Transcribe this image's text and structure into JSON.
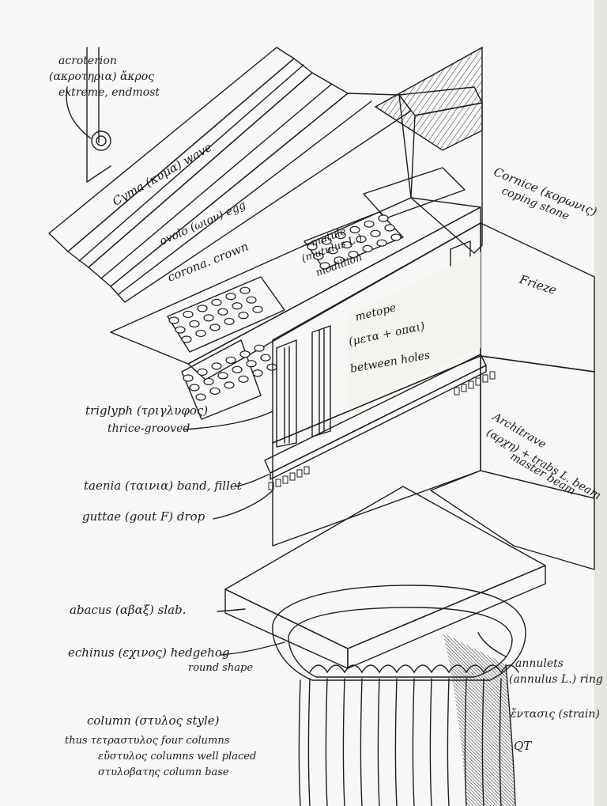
{
  "labels": {
    "acroterion_1": "acroterion",
    "acroterion_2": "(ακροτηρια) ἄκρος",
    "acroterion_3": "extreme, endmost",
    "cyma": "Cyma (κυμα) wave",
    "ovolo": "ovolo (ωιον) egg",
    "corona": "corona.   crown",
    "mutule_1": "mutule",
    "mutule_2": "(mutulus L.)",
    "mutule_3": "modillion",
    "cornice_1": "Cornice (κορωνις)",
    "cornice_2": "coping stone",
    "frieze": "Frieze",
    "metope_1": "metope",
    "metope_2": "(μετα + οπαι)",
    "metope_3": "between holes",
    "triglyph_1": "triglyph (τριγλυφος)",
    "triglyph_2": "thrice-grooved",
    "architrave_1": "Architrave",
    "architrave_2": "(αρχη) + trabs L. beam",
    "architrave_3": "master beam",
    "taenia": "taenia (ταινια) band, fillet",
    "guttae": "guttae (gout F) drop",
    "abacus": "abacus (αβαξ) slab.",
    "echinus_1": "echinus (εχινος) hedgehog",
    "echinus_2": "round shape",
    "annulets_1": "annulets",
    "annulets_2": "(annulus L.) ring",
    "entasis": "ἔντασις (strain)",
    "column_1": "column (στυλος style)",
    "column_2": "thus τετραστυλος four columns",
    "column_3": "εὔστυλος columns well placed",
    "column_4": "στυλοβατης column base",
    "signature": "QT"
  }
}
